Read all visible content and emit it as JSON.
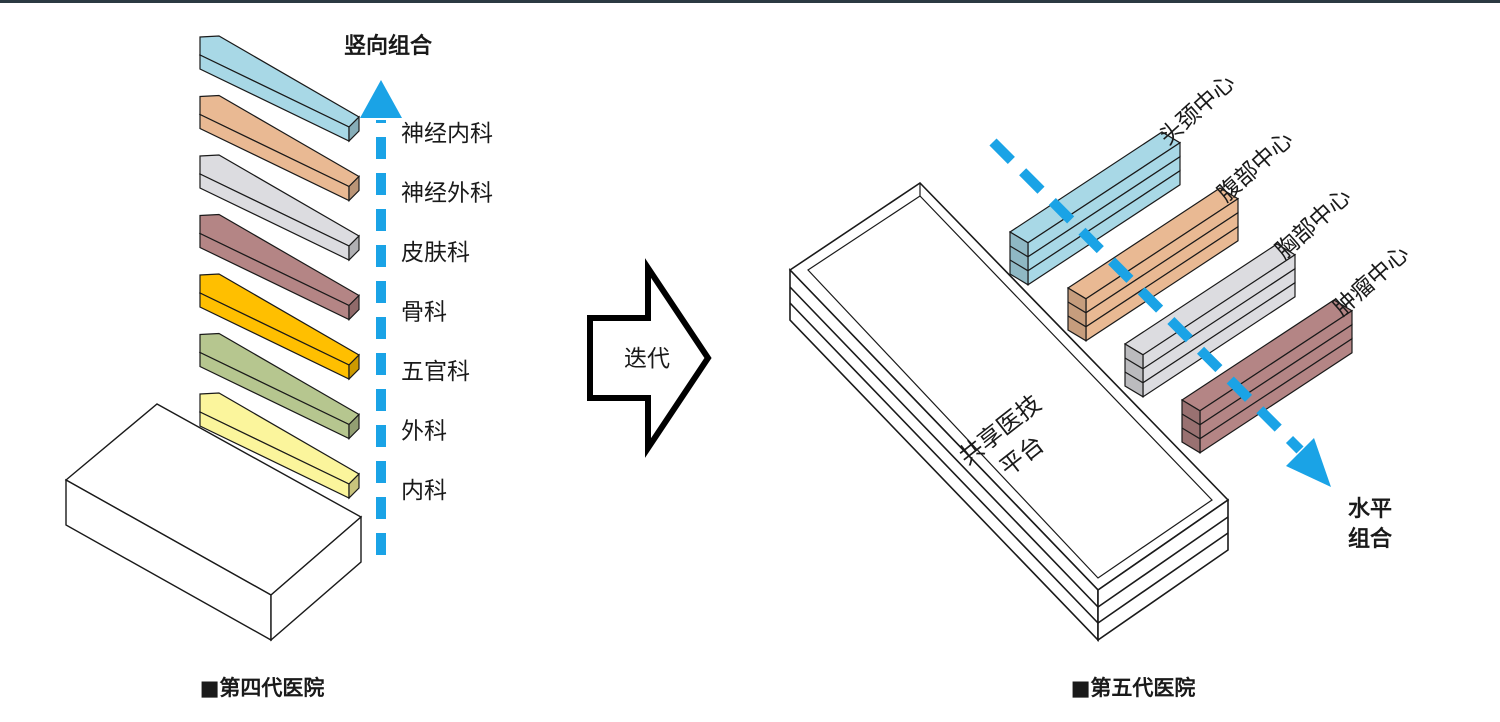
{
  "left": {
    "axis_label": "竖向组合",
    "caption": "■第四代医院",
    "departments": [
      {
        "label": "神经内科",
        "color": "#a8d8e6"
      },
      {
        "label": "神经外科",
        "color": "#e9b993"
      },
      {
        "label": "皮肤科",
        "color": "#dcdce0"
      },
      {
        "label": "骨科",
        "color": "#b48585"
      },
      {
        "label": "五官科",
        "color": "#ffbf00"
      },
      {
        "label": "外科",
        "color": "#b6c68f"
      },
      {
        "label": "内科",
        "color": "#fbf59c"
      }
    ]
  },
  "middle": {
    "arrow_label": "迭代"
  },
  "right": {
    "platform_label_line1": "共享医技",
    "platform_label_line2": "平台",
    "axis_label_line1": "水平",
    "axis_label_line2": "组合",
    "caption": "■第五代医院",
    "centers": [
      {
        "label": "头颈中心",
        "color": "#a8d8e6"
      },
      {
        "label": "腹部中心",
        "color": "#e9b993"
      },
      {
        "label": "胸部中心",
        "color": "#dcdce0"
      },
      {
        "label": "肿瘤中心",
        "color": "#b48585"
      }
    ]
  },
  "colors": {
    "arrow": "#1aa3e6",
    "stroke": "#1a1a1a"
  }
}
